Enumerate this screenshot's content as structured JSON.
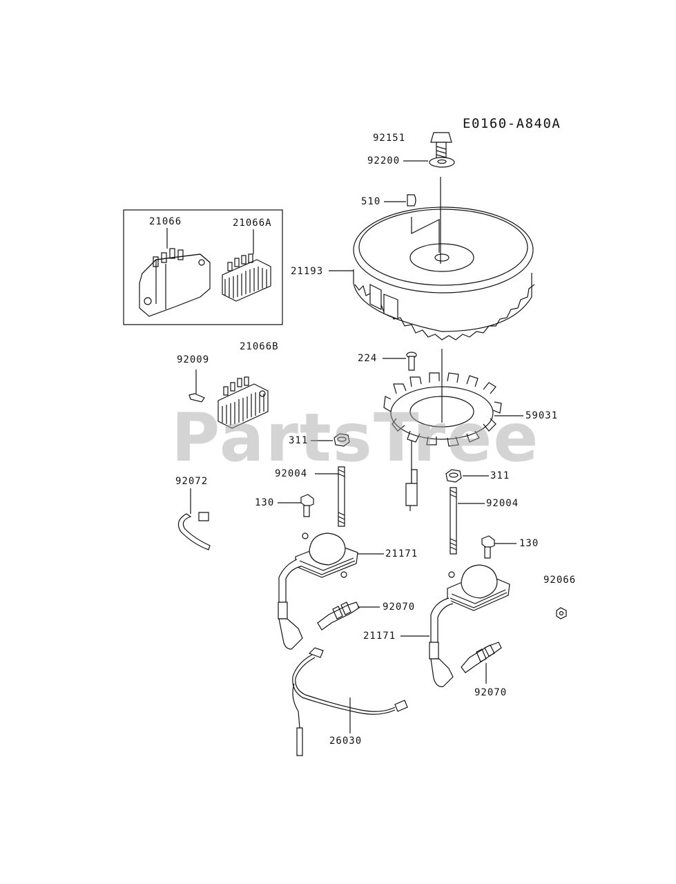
{
  "diagram": {
    "code": "E0160-A840A",
    "watermark": "PartsTree",
    "labels": {
      "p92151": "92151",
      "p92200": "92200",
      "p510": "510",
      "p21193": "21193",
      "p21066": "21066",
      "p21066A": "21066A",
      "p21066B": "21066B",
      "p92009": "92009",
      "p224": "224",
      "p59031": "59031",
      "p311a": "311",
      "p311b": "311",
      "p92004a": "92004",
      "p92004b": "92004",
      "p92072": "92072",
      "p130a": "130",
      "p130b": "130",
      "p21171a": "21171",
      "p21171b": "21171",
      "p92066": "92066",
      "p92070a": "92070",
      "p92070b": "92070",
      "p26030": "26030"
    }
  }
}
